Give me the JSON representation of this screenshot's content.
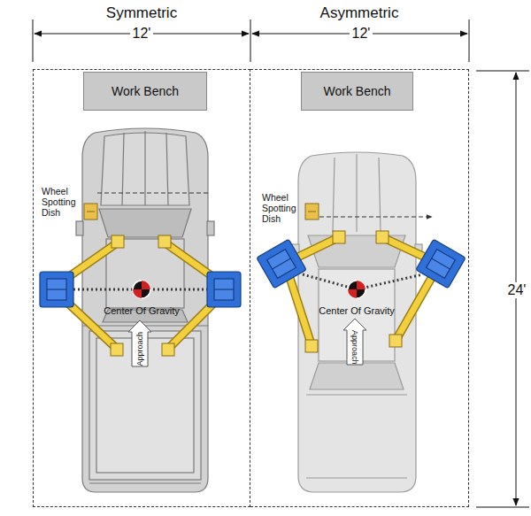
{
  "diagram": {
    "nodes": [
      {
        "text": [
          "Symmetric"
        ]
      },
      {
        "text": [
          "Work Bench"
        ],
        "in": 0
      },
      {
        "text": [
          "Asymmetric"
        ]
      },
      {
        "text": [
          "Work Bench"
        ],
        "in": 2
      }
    ],
    "labels": [
      "12'",
      "12'",
      "24'",
      "Wheel Spotting Dish",
      "Wheel Spotting Dish",
      "Center Of Gravity",
      "Center Of Gravity",
      "Approach",
      "Approach"
    ]
  }
}
